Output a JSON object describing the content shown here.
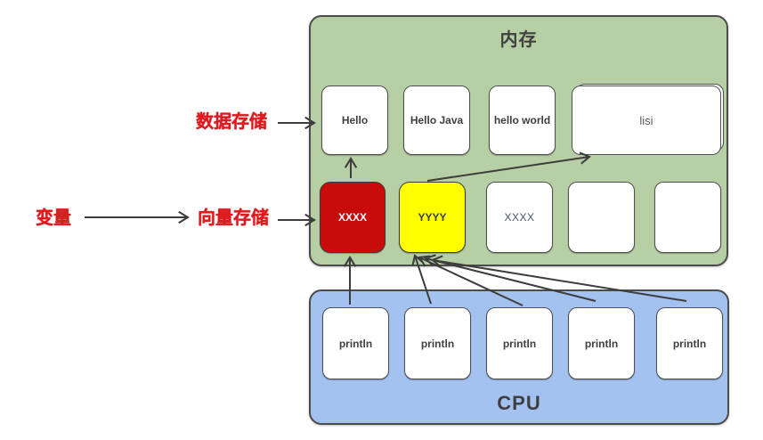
{
  "colors": {
    "memory_bg": "#b7cfa4",
    "container_border": "#4c4c4c",
    "cpu_bg": "#a3c2f0",
    "cell_bg": "#ffffff",
    "cell_border": "#4f4f4f",
    "red_cell_bg": "#c80b0b",
    "yellow_cell_bg": "#ffff00",
    "label_red": "#e4171d",
    "arrow": "#3d3d3d",
    "text_dark": "#3f3f3f",
    "text_muted": "#595959",
    "text_slate": "#44546a"
  },
  "memory": {
    "title": "内存",
    "data_cells": [
      "Hello",
      "Hello Java",
      "hello world",
      "lisi"
    ],
    "vector_cells": [
      "XXXX",
      "YYYY",
      "XXXX",
      "",
      ""
    ]
  },
  "cpu": {
    "title": "CPU",
    "instruction_cells": [
      "println",
      "println",
      "println",
      "println",
      "println"
    ]
  },
  "annotations": {
    "data_storage": "数据存储",
    "variable": "变量",
    "vector_storage": "向量存储"
  }
}
